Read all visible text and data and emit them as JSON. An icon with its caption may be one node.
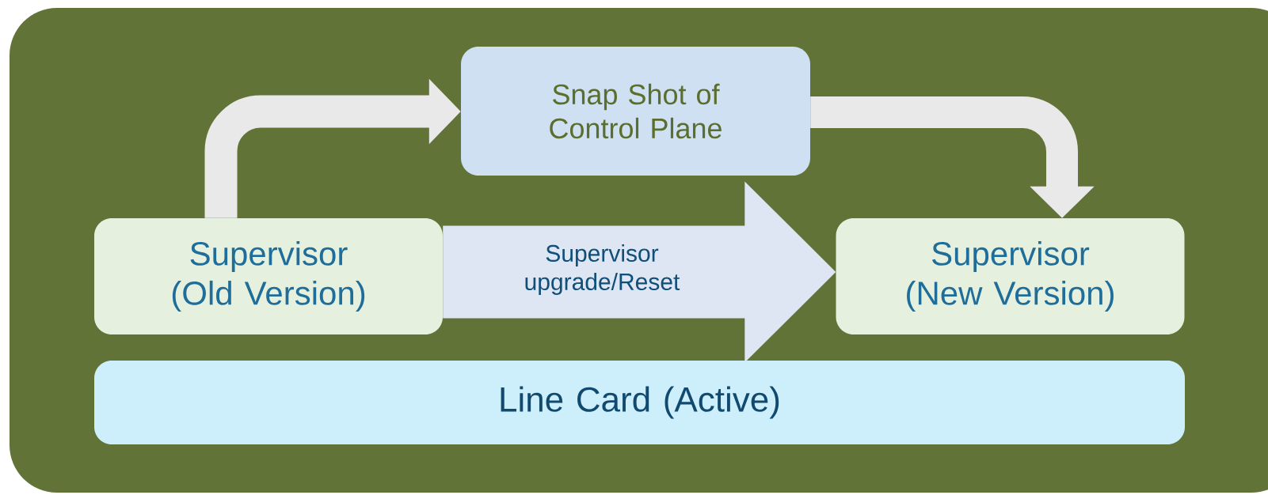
{
  "diagram": {
    "nodes": [
      {
        "text": [
          "Snap Shot of Control Plane"
        ]
      },
      {
        "text": [
          "Supervisor (Old Version)"
        ]
      },
      {
        "text": [
          "Supervisor (New Version)"
        ]
      },
      {
        "text": [
          "Line Card (Active)"
        ]
      }
    ],
    "edges": [
      {
        "from": 1,
        "to": 0,
        "arrow": "to"
      },
      {
        "from": 0,
        "to": 2,
        "arrow": "to"
      },
      {
        "from": 1,
        "to": 2,
        "arrow": "to",
        "style": "thick",
        "color": "#dde6f2",
        "label": "Supervisor upgrade/Reset"
      }
    ]
  }
}
